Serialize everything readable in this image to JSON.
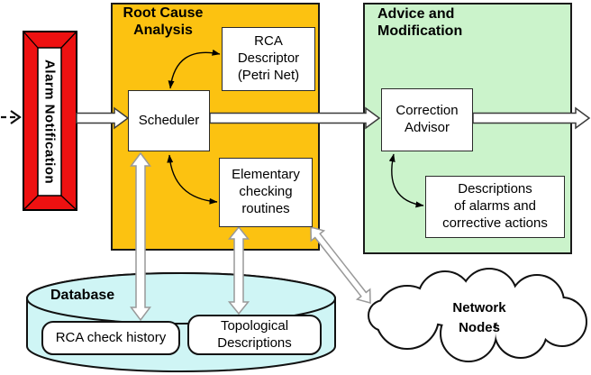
{
  "colors": {
    "orange": "#FCC211",
    "green": "#CBF3CB",
    "cyan": "#CFF5F5",
    "red": "#EE1111",
    "arrow_fill": "#FFFFFF",
    "outline": "#111111"
  },
  "alarm": {
    "label": "Alarm Notification"
  },
  "root_cause": {
    "title": "Root Cause\nAnalysis",
    "scheduler_label": "Scheduler",
    "rca_descriptor_label": "RCA\nDescriptor\n(Petri Net)",
    "elementary_label": "Elementary\nchecking\nroutines"
  },
  "advice": {
    "title": "Advice and\nModification",
    "correction_advisor_label": "Correction\nAdvisor",
    "descriptions_label": "Descriptions\nof alarms and\ncorrective actions"
  },
  "database": {
    "title": "Database",
    "rca_check_history_label": "RCA check history",
    "topological_label": "Topological\nDescriptions"
  },
  "network": {
    "label": "Network\nNodes"
  }
}
